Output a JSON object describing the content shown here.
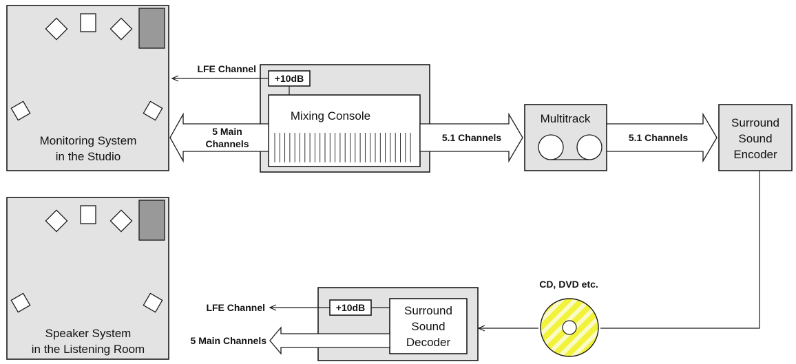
{
  "labels": {
    "monitoring_line1": "Monitoring System",
    "monitoring_line2": "in the Studio",
    "speaker_line1": "Speaker System",
    "speaker_line2": "in the Listening Room",
    "lfe_channel_top": "LFE Channel",
    "gain_top": "+10dB",
    "mixing_console": "Mixing Console",
    "five_main_line1": "5 Main",
    "five_main_line2": "Channels",
    "channels_51_a": "5.1 Channels",
    "multitrack": "Multitrack",
    "channels_51_b": "5.1 Channels",
    "encoder_line1": "Surround",
    "encoder_line2": "Sound",
    "encoder_line3": "Encoder",
    "cd_dvd": "CD, DVD etc.",
    "decoder_line1": "Surround",
    "decoder_line2": "Sound",
    "decoder_line3": "Decoder",
    "gain_bottom": "+10dB",
    "lfe_channel_bottom": "LFE Channel",
    "five_main_bottom": "5 Main Channels"
  },
  "colors": {
    "box_fill": "#e3e3e3",
    "subwoofer_fill": "#999999",
    "disc_yellow": "#f2f23a",
    "disc_stripe": "#fafac8"
  }
}
